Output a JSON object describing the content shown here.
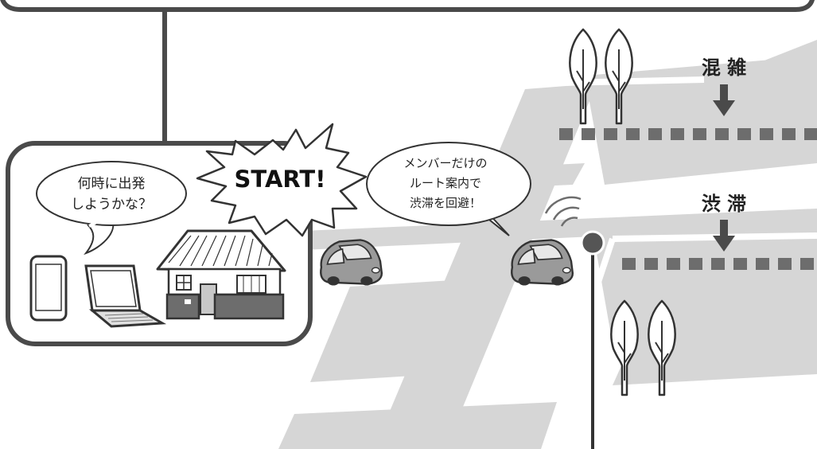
{
  "scene": {
    "home_bubble": {
      "lines": [
        "何時に出発",
        "しようかな？"
      ]
    },
    "start_burst": {
      "text": "START!"
    },
    "route_bubble": {
      "lines": [
        "メンバーだけの",
        "ルート案内で",
        "渋滞を回避！"
      ]
    },
    "labels": {
      "congestion": "混 雑",
      "traffic_jam": "渋 滞"
    }
  },
  "icons": [
    "smartphone-icon",
    "laptop-icon",
    "house-icon",
    "car-icon",
    "tree-icon",
    "signal-waves-icon",
    "arrow-down-icon"
  ],
  "colors": {
    "road": "#d6d6d6",
    "road_marker": "#6d6d6d",
    "outline": "#4a4a4a",
    "car_body": "#9a9a9a",
    "background": "#ffffff"
  }
}
